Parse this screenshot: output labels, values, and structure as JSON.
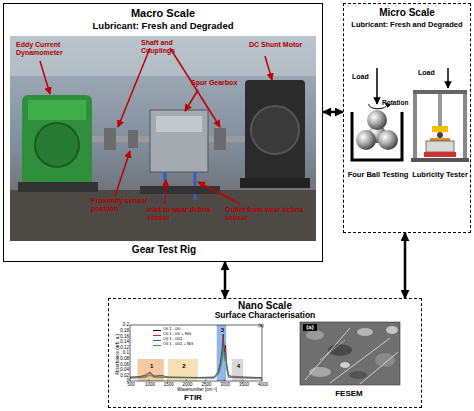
{
  "diagram": {
    "nodes": [
      {
        "text": [
          "Macro Scale",
          "Lubricant: Fresh and Degraded"
        ]
      },
      {
        "text": [
          "Gear Test Rig"
        ],
        "in": 0
      },
      {
        "text": [
          "Micro Scale",
          "Lubricant: Fresh and Degraded"
        ]
      },
      {
        "text": [
          "Four Ball Testing"
        ],
        "in": 2
      },
      {
        "text": [
          "Lubricity Tester"
        ],
        "in": 2
      },
      {
        "text": [
          "Nano Scale",
          "Surface Characterisation"
        ]
      },
      {
        "text": [
          "FTIR"
        ],
        "in": 5
      },
      {
        "text": [
          "FESEM"
        ],
        "in": 5
      }
    ],
    "edges": [
      {
        "from": 0,
        "to": 2,
        "arrow": "both"
      },
      {
        "from": 0,
        "to": 5,
        "arrow": "both"
      },
      {
        "from": 2,
        "to": 5,
        "arrow": "both"
      }
    ],
    "labels": [
      "Eddy Current Dynamometer",
      "Shaft and Couplings",
      "Spur Gearbox",
      "DC Shunt Motor",
      "Proximity sensor position",
      "Inlet to wear debris sensor",
      "Outlet from wear debris sensor",
      "Load",
      "Rotation",
      "Load",
      "(a)",
      "Absorbance (arb. u.)",
      "Wavenumber [cm⁻¹]",
      "500",
      "1000",
      "1500",
      "2000",
      "2500",
      "3000",
      "3500",
      "4000",
      "0",
      "0.02",
      "0.04",
      "0.06",
      "0.08",
      "0.1",
      "0.12",
      "0.14",
      "0.16",
      "0.18",
      "0.2",
      "1",
      "2",
      "3",
      "4",
      "(a)"
    ],
    "legend": [
      {
        "text": "Oil 1 - 00"
      },
      {
        "text": "Oil 1 - 00 + NG"
      },
      {
        "text": "Oil 1 - 001"
      },
      {
        "text": "Oil 1 - 001 + NG"
      }
    ]
  }
}
